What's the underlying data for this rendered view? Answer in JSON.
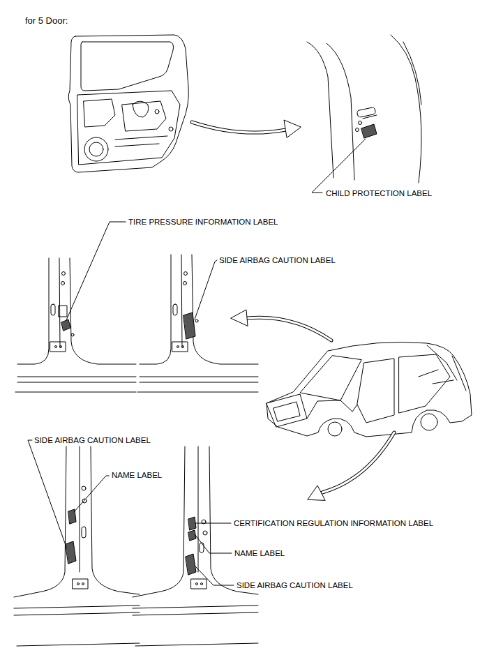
{
  "diagram": {
    "title": "for 5 Door:",
    "labels": [
      "CHILD PROTECTION LABEL",
      "TIRE PRESSURE INFORMATION LABEL",
      "SIDE AIRBAG CAUTION LABEL",
      "SIDE AIRBAG CAUTION LABEL",
      "NAME LABEL",
      "CERTIFICATION REGULATION INFORMATION LABEL",
      "NAME LABEL",
      "SIDE AIRBAG CAUTION LABEL"
    ]
  }
}
